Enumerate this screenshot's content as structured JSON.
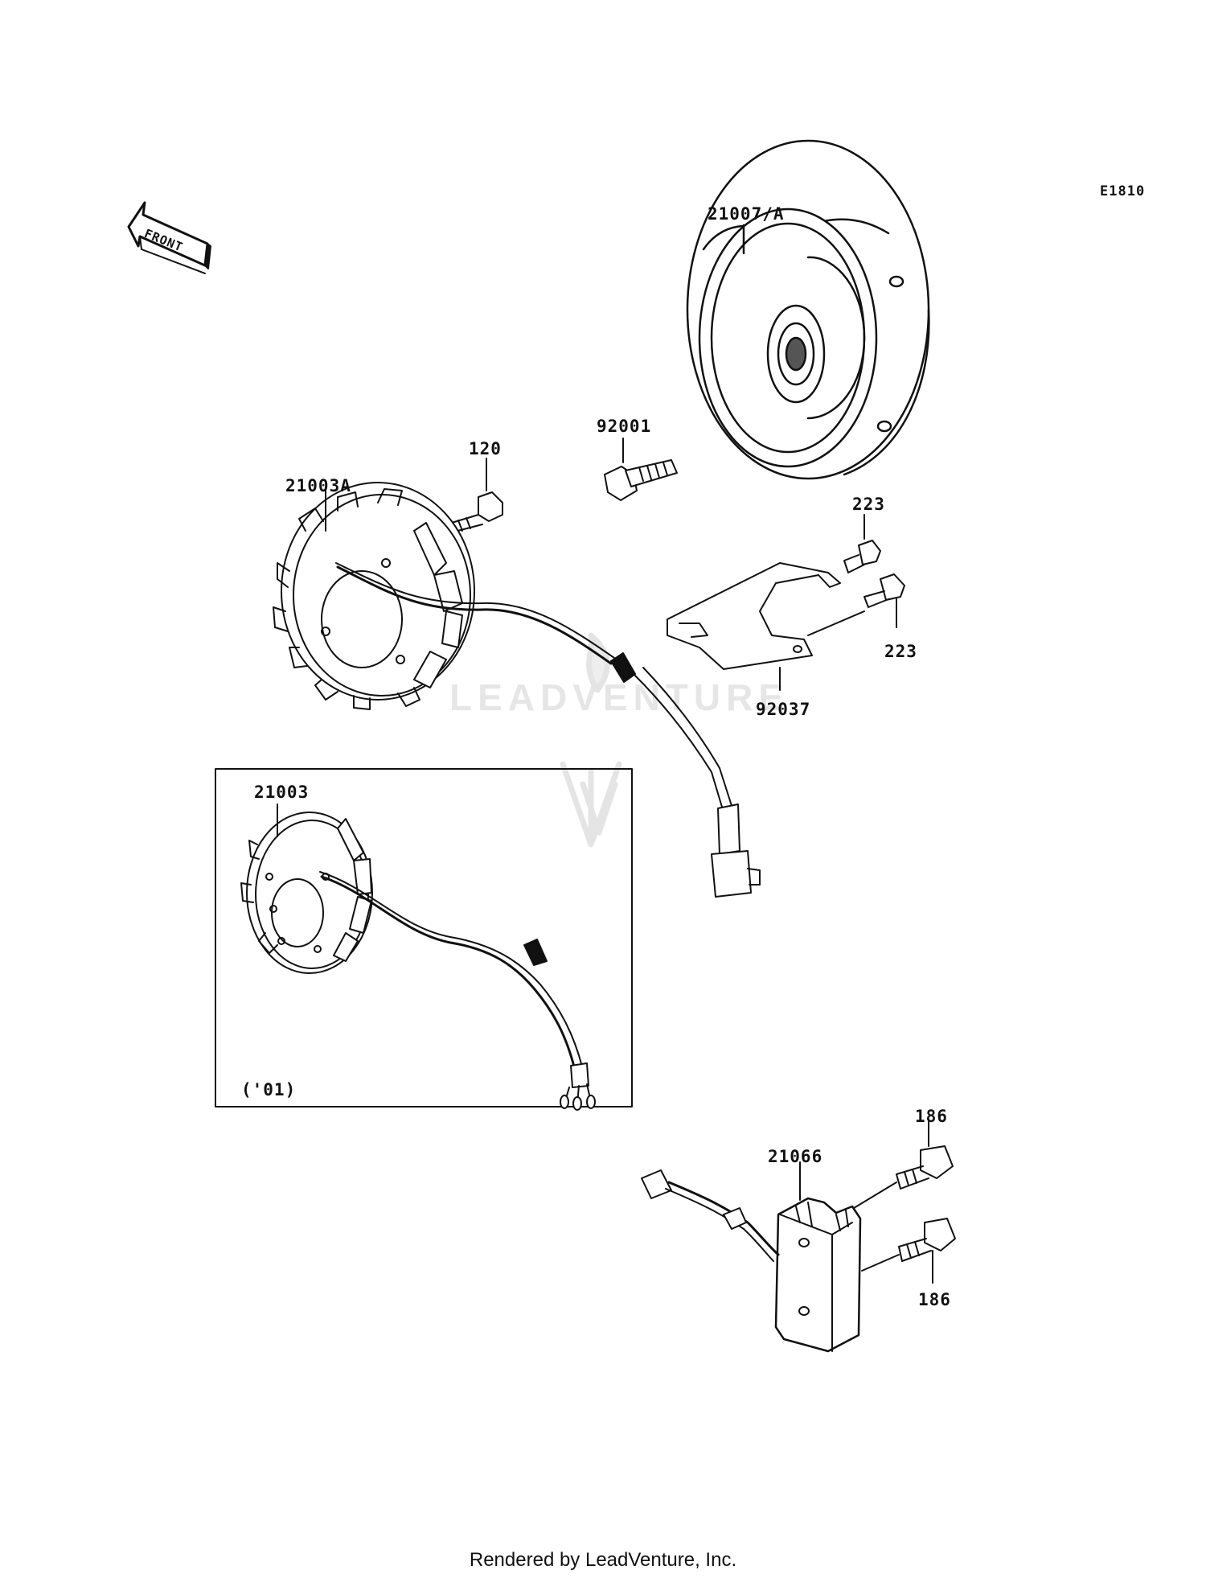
{
  "diagram": {
    "code": "E1810",
    "front_arrow": "FRONT",
    "inset_note": "('01)",
    "parts": [
      {
        "id": "21007/A"
      },
      {
        "id": "92001"
      },
      {
        "id": "120"
      },
      {
        "id": "21003A"
      },
      {
        "id": "223"
      },
      {
        "id": "223"
      },
      {
        "id": "92037"
      },
      {
        "id": "21003"
      },
      {
        "id": "186"
      },
      {
        "id": "21066"
      },
      {
        "id": "186"
      }
    ]
  },
  "watermark": {
    "text": "LEADVENTURE"
  },
  "footer": {
    "text": "Rendered by LeadVenture, Inc."
  },
  "colors": {
    "ink": "#111111",
    "watermark": "#e6e6e6"
  }
}
